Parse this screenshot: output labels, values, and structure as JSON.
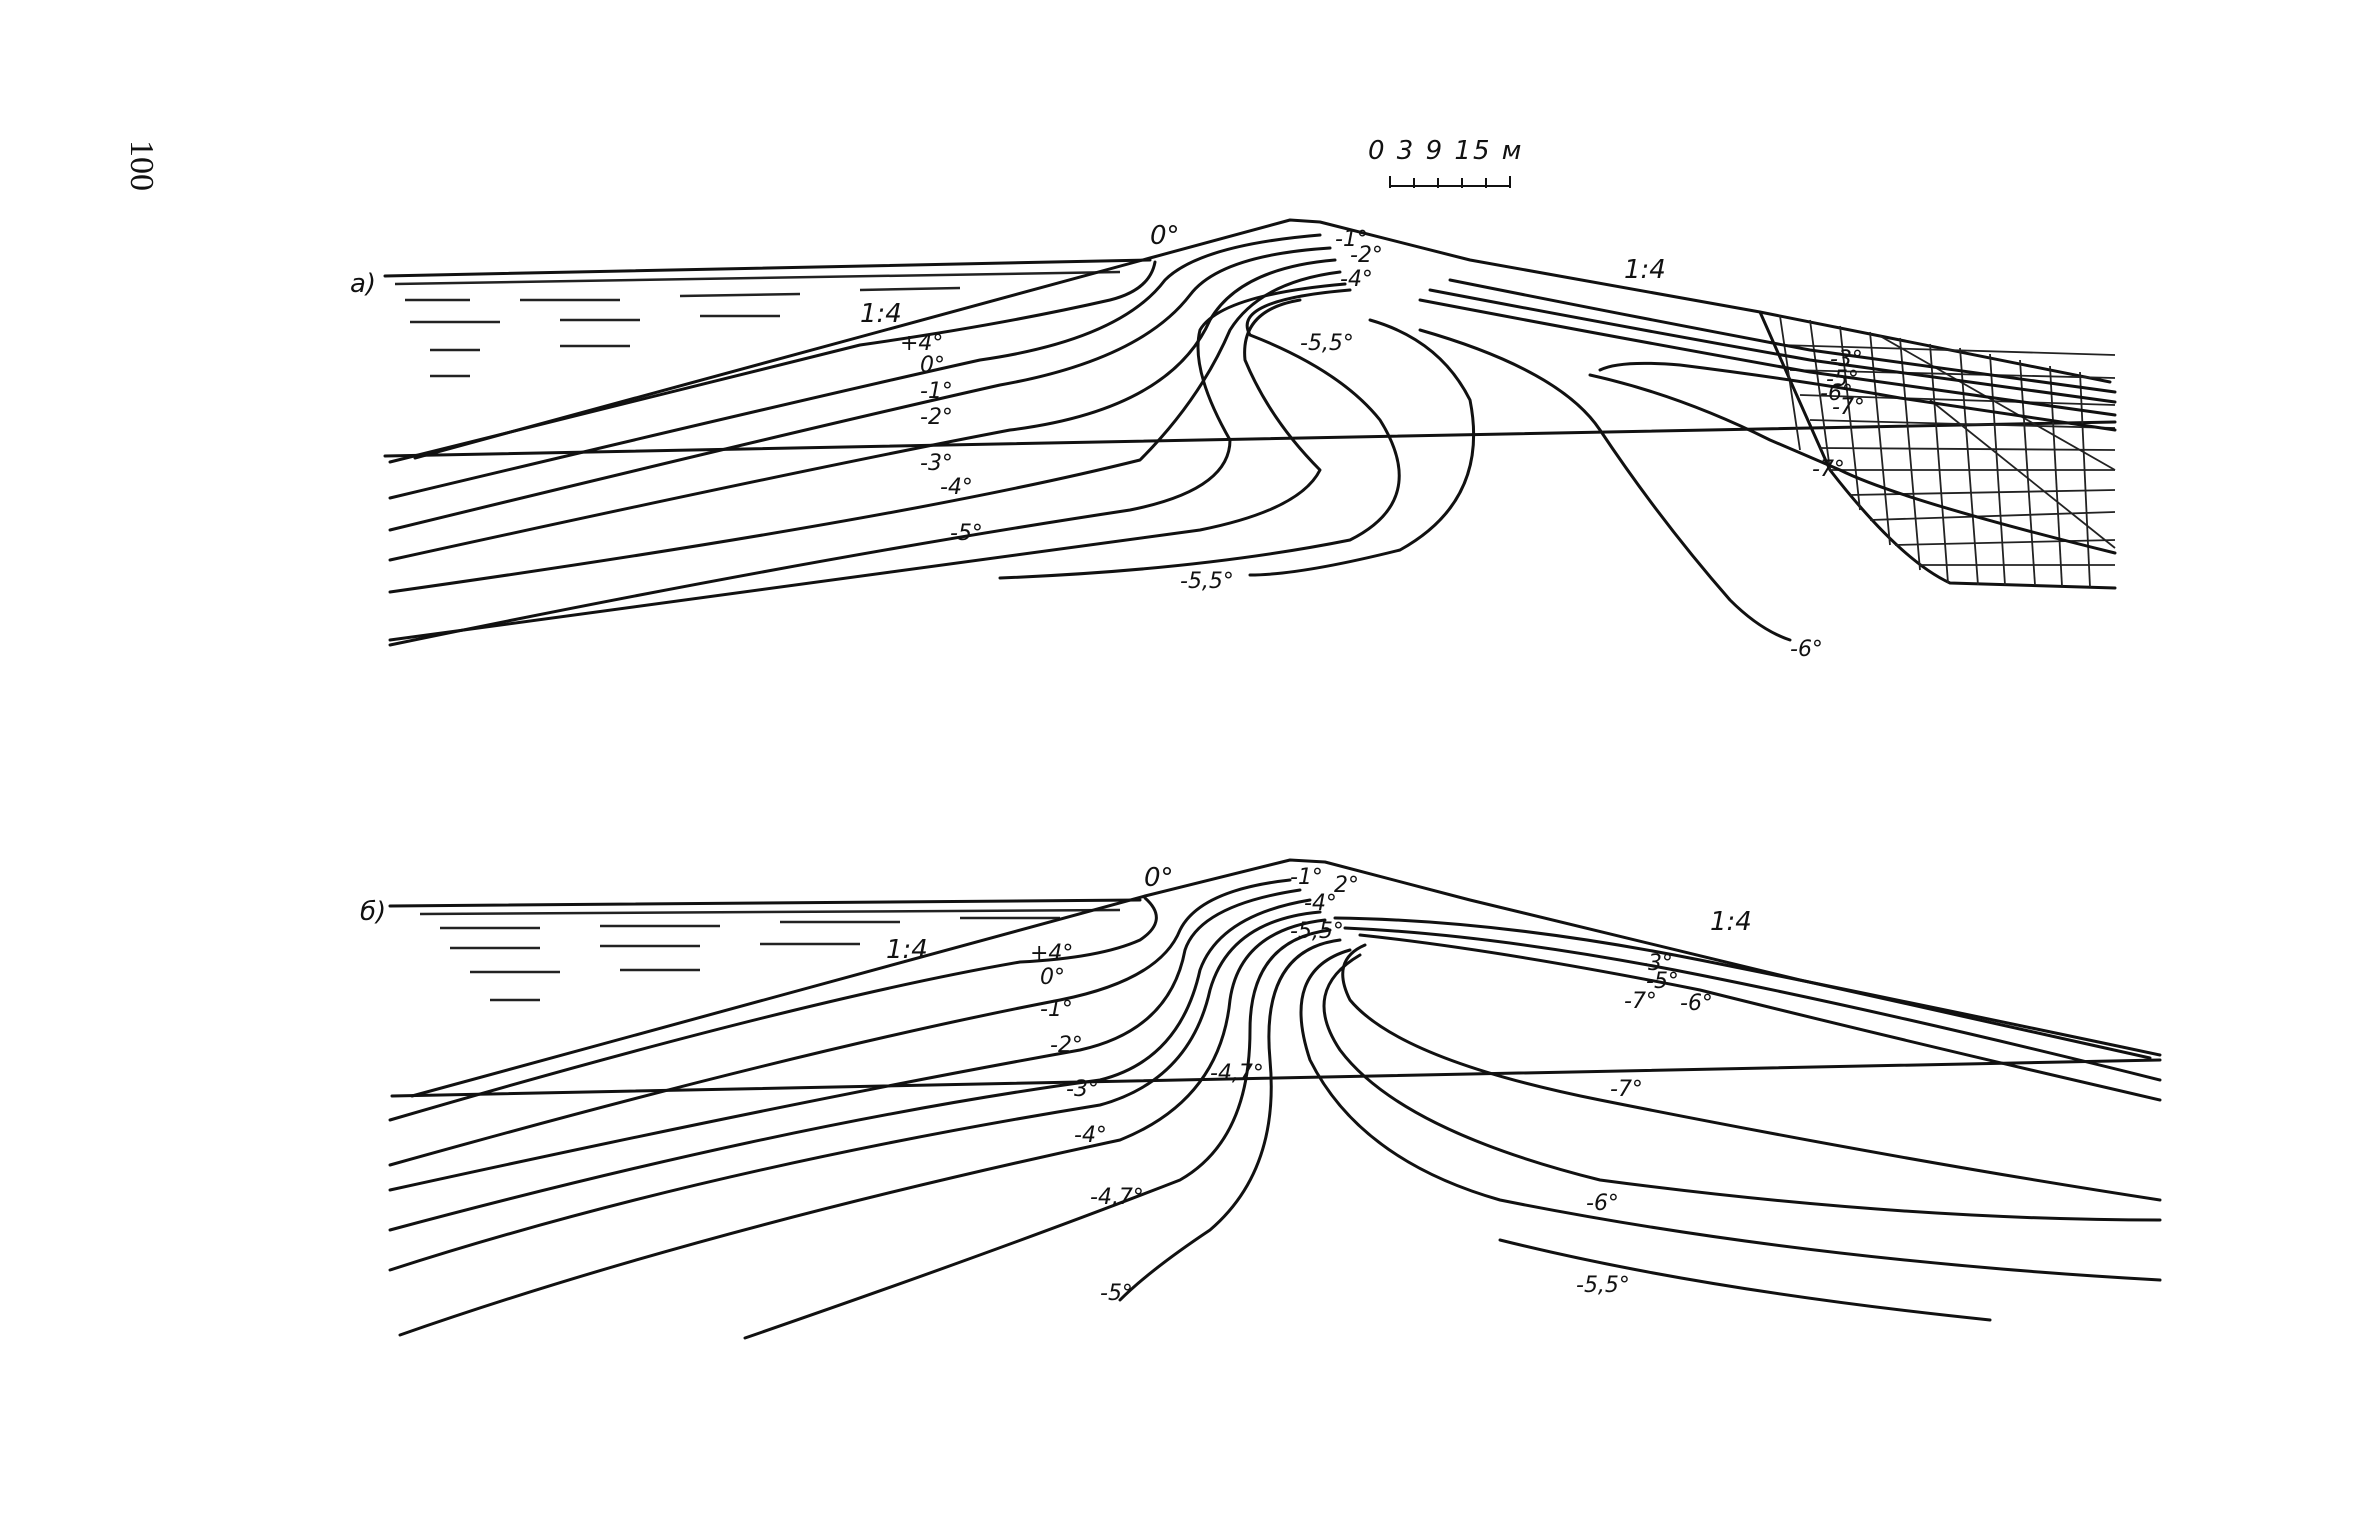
{
  "page_number": "100",
  "scale_bar": {
    "label": "0 3 9 15 м"
  },
  "panel_a": {
    "id_label": "а)",
    "slope_left": "1:4",
    "slope_right": "1:4",
    "crest_label": "0°",
    "labels": {
      "m1": "-1°",
      "m2": "-2°",
      "m4": "-4°",
      "p4": "+4°",
      "z0": "0°",
      "n1": "-1°",
      "n2": "-2°",
      "n3": "-3°",
      "n4": "-4°",
      "n5": "-5°",
      "n55a": "-5,5°",
      "n55b": "-5,5°",
      "r3": "-3°",
      "r5": "-5°",
      "r6": "-6°",
      "r7": "-7°",
      "n7": "-7°",
      "n6": "-6°"
    }
  },
  "panel_b": {
    "id_label": "б)",
    "slope_left": "1:4",
    "slope_right": "1:4",
    "crest_label": "0°",
    "labels": {
      "m1": "-1°",
      "m2": "2°",
      "m4": "-4°",
      "m55": "-5,5°",
      "p4": "+4°",
      "z0": "0°",
      "n1": "-1°",
      "n2": "-2°",
      "n3": "-3°",
      "n4": "-4°",
      "n47a": "-4,7°",
      "n47b": "-4,7°",
      "n5": "-5°",
      "r3": "-3°",
      "r5": "-5°",
      "r7": "-7°",
      "r6": "-6°",
      "n7": "-7°",
      "n6": "-6°",
      "n55": "-5,5°"
    }
  }
}
